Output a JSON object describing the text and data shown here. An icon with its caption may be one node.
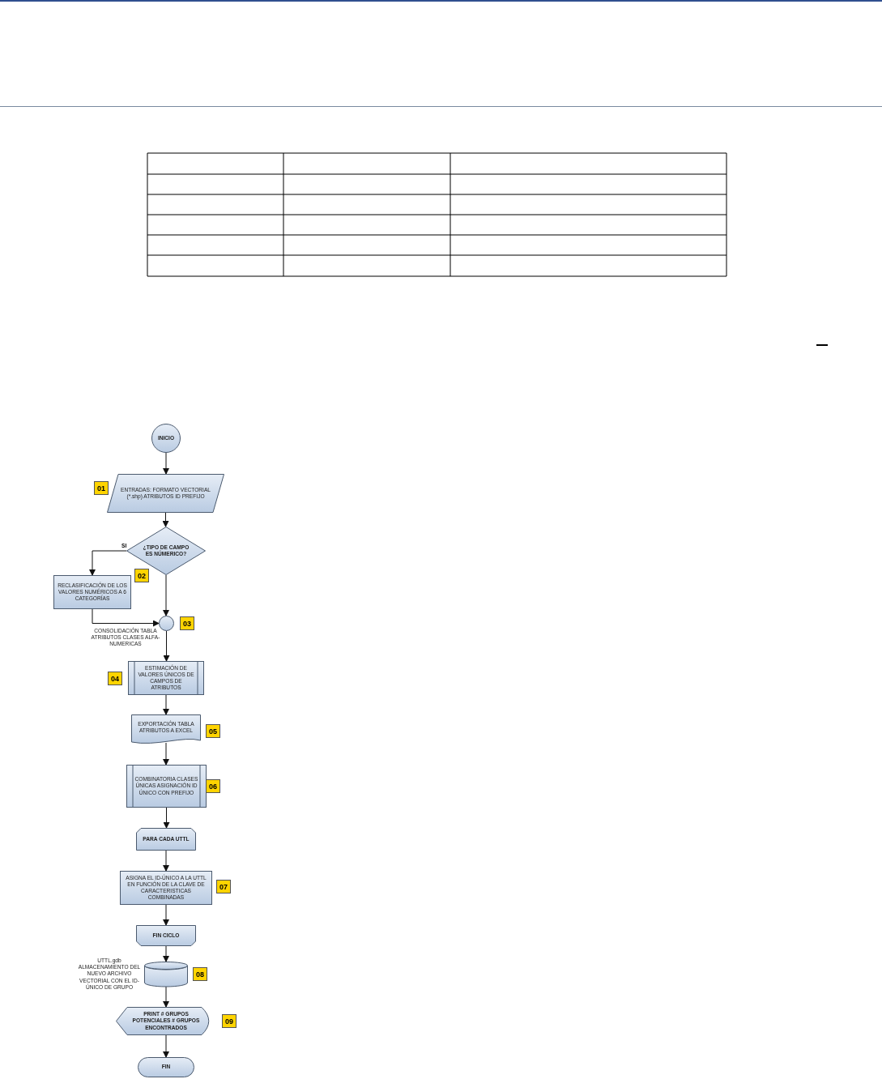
{
  "diagram": {
    "nodes": [
      {
        "text": [
          "INICIO"
        ]
      },
      {
        "text": [
          "ENTRADAS: FORMATO VECTORIAL (*.shp) ATRIBUTOS ID PREFIJO"
        ]
      },
      {
        "text": [
          "¿TIPO DE CAMPO ES NÚMERICO?"
        ]
      },
      {
        "text": [
          "RECLASIFICACIÓN DE LOS VALORES NUMÉRICOS A 6 CATEGORÍAS"
        ]
      },
      {
        "text": [],
        "shape": "circle",
        "beside": [
          "CONSOLIDACIÓN TABLA ATRIBUTOS CLASES ALFA-NUMERICAS"
        ]
      },
      {
        "text": [
          "ESTIMACIÓN DE VALORES ÚNICOS DE CAMPOS DE ATRIBUTOS"
        ]
      },
      {
        "text": [
          "EXPORTACIÓN TABLA ATRIBUTOS A EXCEL"
        ]
      },
      {
        "text": [
          "COMBINATORIA CLASES ÚNICAS ASIGNACIÓN ID ÚNICO CON PREFIJO"
        ]
      },
      {
        "text": [
          "PARA CADA UTTL"
        ]
      },
      {
        "text": [
          "ASIGNA EL ID-ÚNICO A LA UTTL EN FUNCIÓN DE LA CLAVE DE CARACTERISTICAS COMBINADAS"
        ]
      },
      {
        "text": [
          "FIN CICLO"
        ]
      },
      {
        "text": [],
        "shape": "cylinder",
        "beside": [
          "UTTL.gdb ALMACENAMIENTO DEL NUEVO ARCHIVO VECTORIAL CON EL ID-ÚNICO DE GRUPO"
        ]
      },
      {
        "text": [
          "PRINT # GRUPOS POTENCIALES # GRUPOS ENCONTRADOS"
        ]
      },
      {
        "text": [
          "FIN"
        ]
      }
    ],
    "edges": [
      {
        "from": 0,
        "to": 1,
        "arrow": "to"
      },
      {
        "from": 1,
        "to": 2,
        "arrow": "to"
      },
      {
        "from": 2,
        "to": 3,
        "arrow": "to",
        "label": "SI"
      },
      {
        "from": 2,
        "to": 4,
        "arrow": "to"
      },
      {
        "from": 3,
        "to": 4,
        "arrow": "to"
      },
      {
        "from": 4,
        "to": 5,
        "arrow": "to"
      },
      {
        "from": 5,
        "to": 6,
        "arrow": "to"
      },
      {
        "from": 6,
        "to": 7,
        "arrow": "to"
      },
      {
        "from": 7,
        "to": 8,
        "arrow": "to"
      },
      {
        "from": 8,
        "to": 9,
        "arrow": "to"
      },
      {
        "from": 9,
        "to": 10,
        "arrow": "to"
      },
      {
        "from": 10,
        "to": 11,
        "arrow": "to"
      },
      {
        "from": 11,
        "to": 12,
        "arrow": "to"
      },
      {
        "from": 12,
        "to": 13,
        "arrow": "to"
      }
    ],
    "labels": [
      "01",
      "02",
      "03",
      "04",
      "05",
      "06",
      "07",
      "08",
      "09"
    ]
  }
}
